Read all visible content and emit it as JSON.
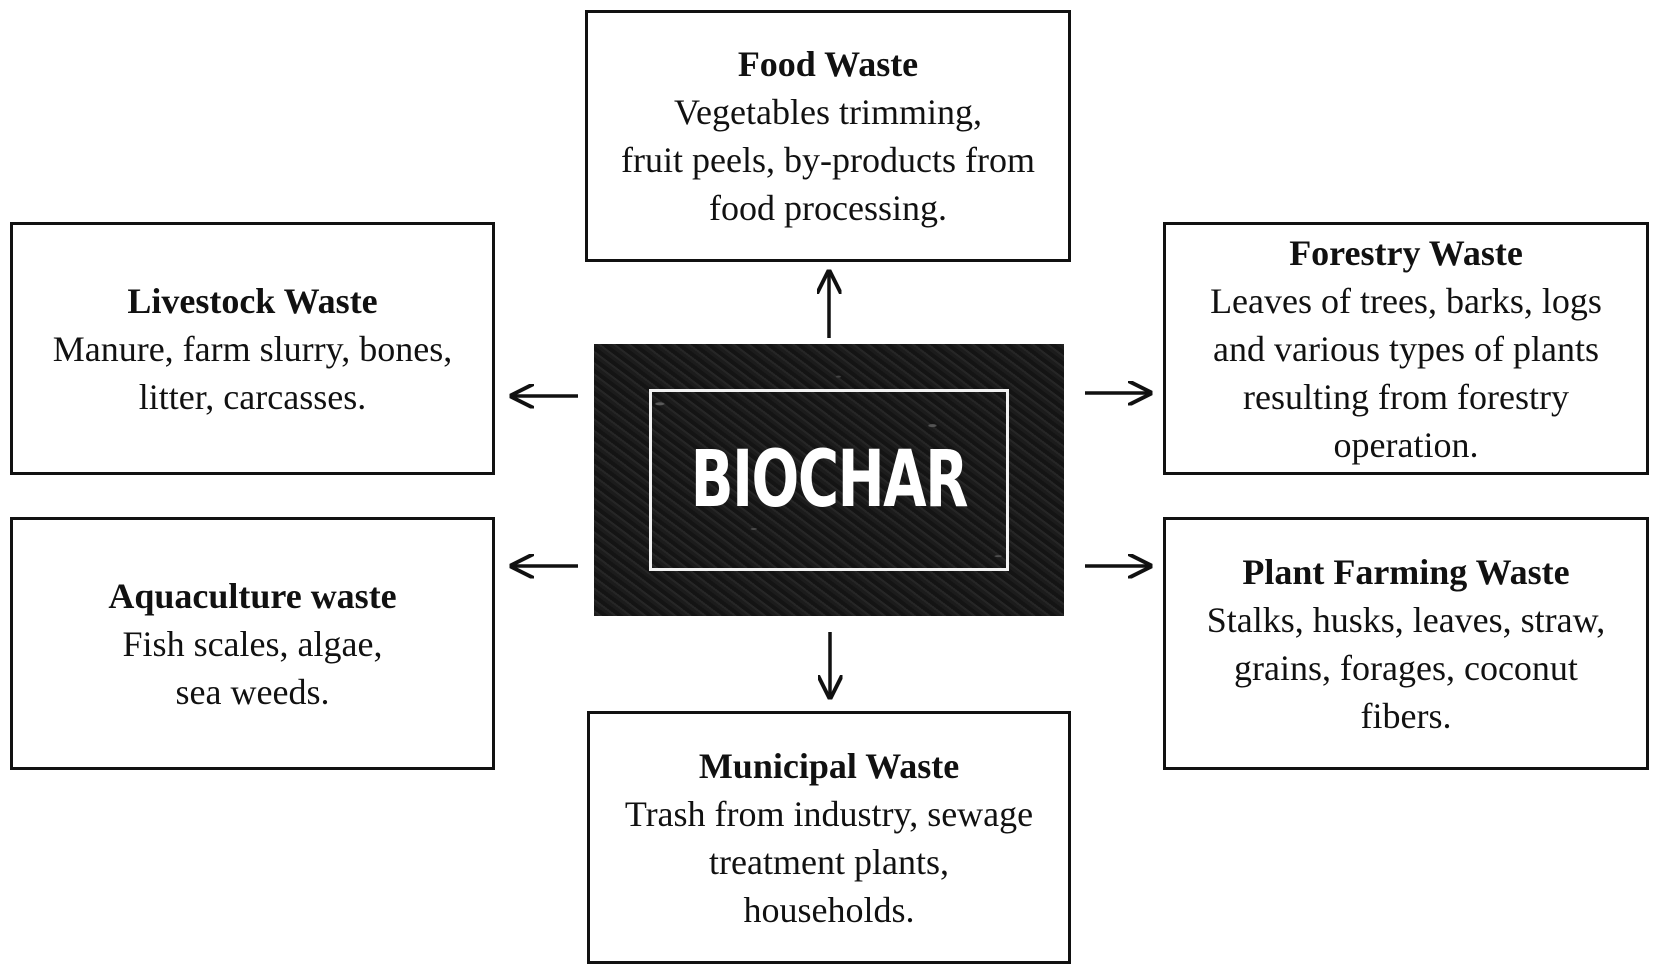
{
  "center": {
    "label": "BIOCHAR"
  },
  "boxes": {
    "food": {
      "title": "Food Waste",
      "lines": [
        "Vegetables trimming,",
        "fruit peels, by-products from",
        "food processing."
      ]
    },
    "livestock": {
      "title": "Livestock Waste",
      "lines": [
        "Manure, farm slurry, bones,",
        "litter, carcasses."
      ]
    },
    "forestry": {
      "title": "Forestry Waste",
      "lines": [
        "Leaves of trees, barks, logs",
        "and various types of plants",
        "resulting from forestry",
        "operation."
      ]
    },
    "aquaculture": {
      "title": "Aquaculture waste",
      "lines": [
        "Fish scales, algae,",
        "sea weeds."
      ]
    },
    "plant": {
      "title": "Plant Farming Waste",
      "lines": [
        "Stalks, husks, leaves, straw,",
        "grains, forages, coconut",
        "fibers."
      ]
    },
    "municipal": {
      "title": "Municipal Waste",
      "lines": [
        "Trash from industry, sewage",
        "treatment plants,",
        "households."
      ]
    }
  },
  "arrows": [
    {
      "from": "center",
      "to": "food"
    },
    {
      "from": "center",
      "to": "livestock"
    },
    {
      "from": "center",
      "to": "forestry"
    },
    {
      "from": "center",
      "to": "aquaculture"
    },
    {
      "from": "center",
      "to": "plant"
    },
    {
      "from": "center",
      "to": "municipal"
    }
  ]
}
